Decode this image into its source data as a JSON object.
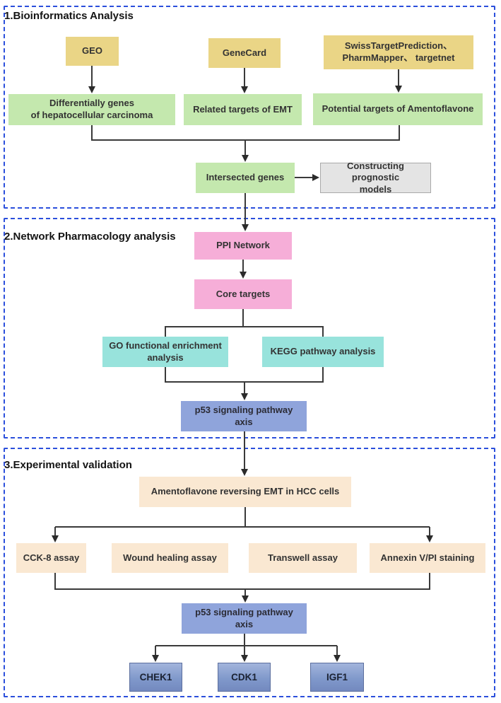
{
  "palette": {
    "section_border": "#2b4fdc",
    "database_box": "#ead586",
    "result_box": "#c4e8ae",
    "note_box": "#e4e4e4",
    "network_box": "#f6aed8",
    "enrichment_box": "#98e3dc",
    "pathway_box": "#8fa4db",
    "experiment_box": "#fae8d2",
    "gene_box": "#7f95c8",
    "arrow": "#3a3a3a"
  },
  "sections": {
    "bioinformatics": {
      "title": "1.Bioinformatics Analysis",
      "boxes": {
        "geo": "GEO",
        "genecard": "GeneCard",
        "swiss": "SwissTargetPrediction、\nPharmMapper、 targetnet",
        "degs": "Differentially genes\nof hepatocellular carcinoma",
        "emt_targets": "Related targets of EMT",
        "amento_targets": "Potential targets of Amentoflavone",
        "intersected": "Intersected genes",
        "prognostic": "Constructing prognostic\nmodels"
      }
    },
    "network_pharmacology": {
      "title": "2.Network Pharmacology analysis",
      "boxes": {
        "ppi": "PPI Network",
        "core": "Core targets",
        "go": "GO functional enrichment\nanalysis",
        "kegg": "KEGG pathway analysis",
        "p53": "p53 signaling pathway\naxis"
      }
    },
    "experimental": {
      "title": "3.Experimental validation",
      "boxes": {
        "amento_emt": "Amentoflavone reversing EMT in HCC cells",
        "cck8": "CCK-8 assay",
        "wound": "Wound healing assay",
        "transwell": "Transwell assay",
        "annexin": "Annexin V/PI staining",
        "p53": "p53 signaling pathway\naxis",
        "chek1": "CHEK1",
        "cdk1": "CDK1",
        "igf1": "IGF1"
      }
    }
  }
}
